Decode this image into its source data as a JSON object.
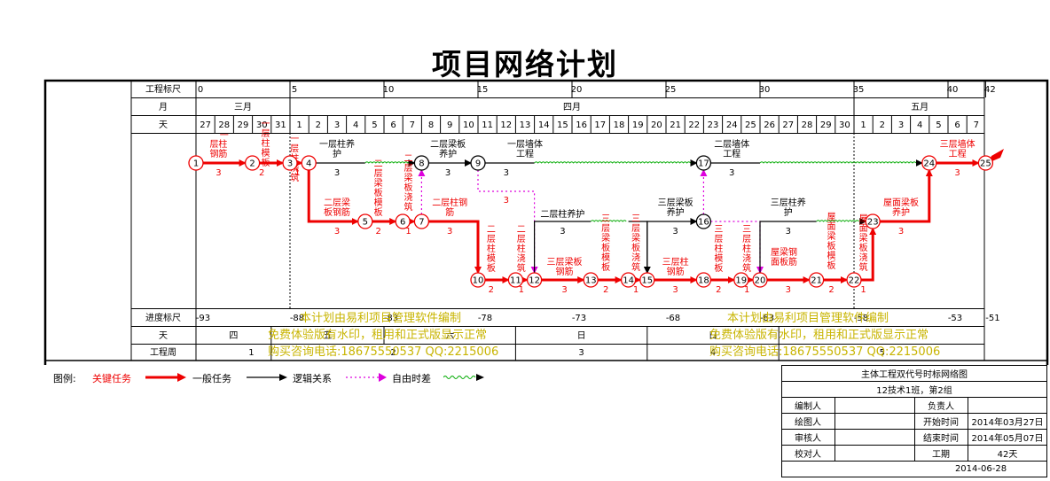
{
  "title": "项目网络计划",
  "labels": {
    "scale_top": "工程标尺",
    "month": "月",
    "day": "天",
    "progress": "进度标尺",
    "weekday": "天",
    "week": "工程周"
  },
  "scale_ticks": [
    "0",
    "5",
    "10",
    "15",
    "20",
    "25",
    "30",
    "35",
    "40",
    "42"
  ],
  "months": [
    "三月",
    "四月",
    "五月"
  ],
  "days": [
    "27",
    "28",
    "29",
    "30",
    "31",
    "1",
    "2",
    "3",
    "4",
    "5",
    "6",
    "7",
    "8",
    "9",
    "10",
    "11",
    "12",
    "13",
    "14",
    "15",
    "16",
    "17",
    "18",
    "19",
    "20",
    "21",
    "22",
    "23",
    "24",
    "25",
    "26",
    "27",
    "28",
    "29",
    "30",
    "1",
    "2",
    "3",
    "4",
    "5",
    "6",
    "7"
  ],
  "progress_ticks": [
    "-93",
    "-88",
    "-83",
    "-78",
    "-73",
    "-68",
    "-63",
    "-58",
    "-53",
    "-51"
  ],
  "weekdays": [
    "四",
    "五",
    "六",
    "日",
    "日"
  ],
  "weeks": [
    "1",
    "2",
    "3",
    "4",
    "5"
  ],
  "watermark": {
    "line1": "本计划由易利项目管理软件编制",
    "line2": "免费体验版有水印，租用和正式版显示正常",
    "line3": "购买咨询电话:18675550537 QQ:2215006"
  },
  "nodes": [
    "1",
    "2",
    "3",
    "4",
    "5",
    "6",
    "7",
    "8",
    "9",
    "10",
    "11",
    "12",
    "13",
    "14",
    "15",
    "16",
    "17",
    "18",
    "19",
    "20",
    "21",
    "22",
    "23",
    "24",
    "25"
  ],
  "activities": [
    {
      "label": "一层柱钢筋",
      "dur": "3"
    },
    {
      "label": "一层柱模板",
      "dur": "2"
    },
    {
      "label": "一层柱浇筑",
      "dur": "1"
    },
    {
      "label": "一层柱养护",
      "dur": "3"
    },
    {
      "label": "二层梁板钢筋",
      "dur": "3"
    },
    {
      "label": "二层梁板模板",
      "dur": "2"
    },
    {
      "label": "二层梁板浇筑",
      "dur": "1"
    },
    {
      "label": "二层梁板养护",
      "dur": "3"
    },
    {
      "label": "一层墙体工程",
      "dur": "3"
    },
    {
      "label": "二层柱钢筋",
      "dur": "3"
    },
    {
      "label": "二层柱模板",
      "dur": "2"
    },
    {
      "label": "二层柱浇筑",
      "dur": "1"
    },
    {
      "label": "二层柱养护",
      "dur": "3"
    },
    {
      "label": "三层梁板钢筋",
      "dur": "3"
    },
    {
      "label": "三层梁板模板",
      "dur": "2"
    },
    {
      "label": "三层梁板浇筑",
      "dur": "1"
    },
    {
      "label": "三层梁板养护",
      "dur": "3"
    },
    {
      "label": "二层墙体工程",
      "dur": "3"
    },
    {
      "label": "三层柱钢筋",
      "dur": "3"
    },
    {
      "label": "三层柱模板",
      "dur": "2"
    },
    {
      "label": "三层柱浇筑",
      "dur": "1"
    },
    {
      "label": "三层柱养护",
      "dur": "3"
    },
    {
      "label": "屋面梁板钢筋",
      "dur": "3"
    },
    {
      "label": "屋面梁板模板",
      "dur": "2"
    },
    {
      "label": "屋面梁板浇筑",
      "dur": "1"
    },
    {
      "label": "屋面梁板养护",
      "dur": "3"
    },
    {
      "label": "三层墙体工程",
      "dur": "3"
    }
  ],
  "extra_dur": "3",
  "legend": {
    "prefix": "图例:",
    "critical": "关键任务",
    "normal": "一般任务",
    "logic": "逻辑关系",
    "free": "自由时差"
  },
  "info": {
    "title": "主体工程双代号时标网络图",
    "subtitle": "12技术1班，第2组",
    "editor_label": "编制人",
    "owner_label": "负责人",
    "drawer_label": "绘图人",
    "start_label": "开始时间",
    "start_value": "2014年03月27日",
    "reviewer_label": "审核人",
    "end_label": "结束时间",
    "end_value": "2014年05月07日",
    "checker_label": "校对人",
    "duration_label": "工期",
    "duration_value": "42天",
    "date": "2014-06-28"
  },
  "colors": {
    "critical": "#ee0000",
    "normal": "#000000",
    "free_float": "#00aa00",
    "logic": "#dd00dd",
    "watermark": "#c8b400"
  }
}
